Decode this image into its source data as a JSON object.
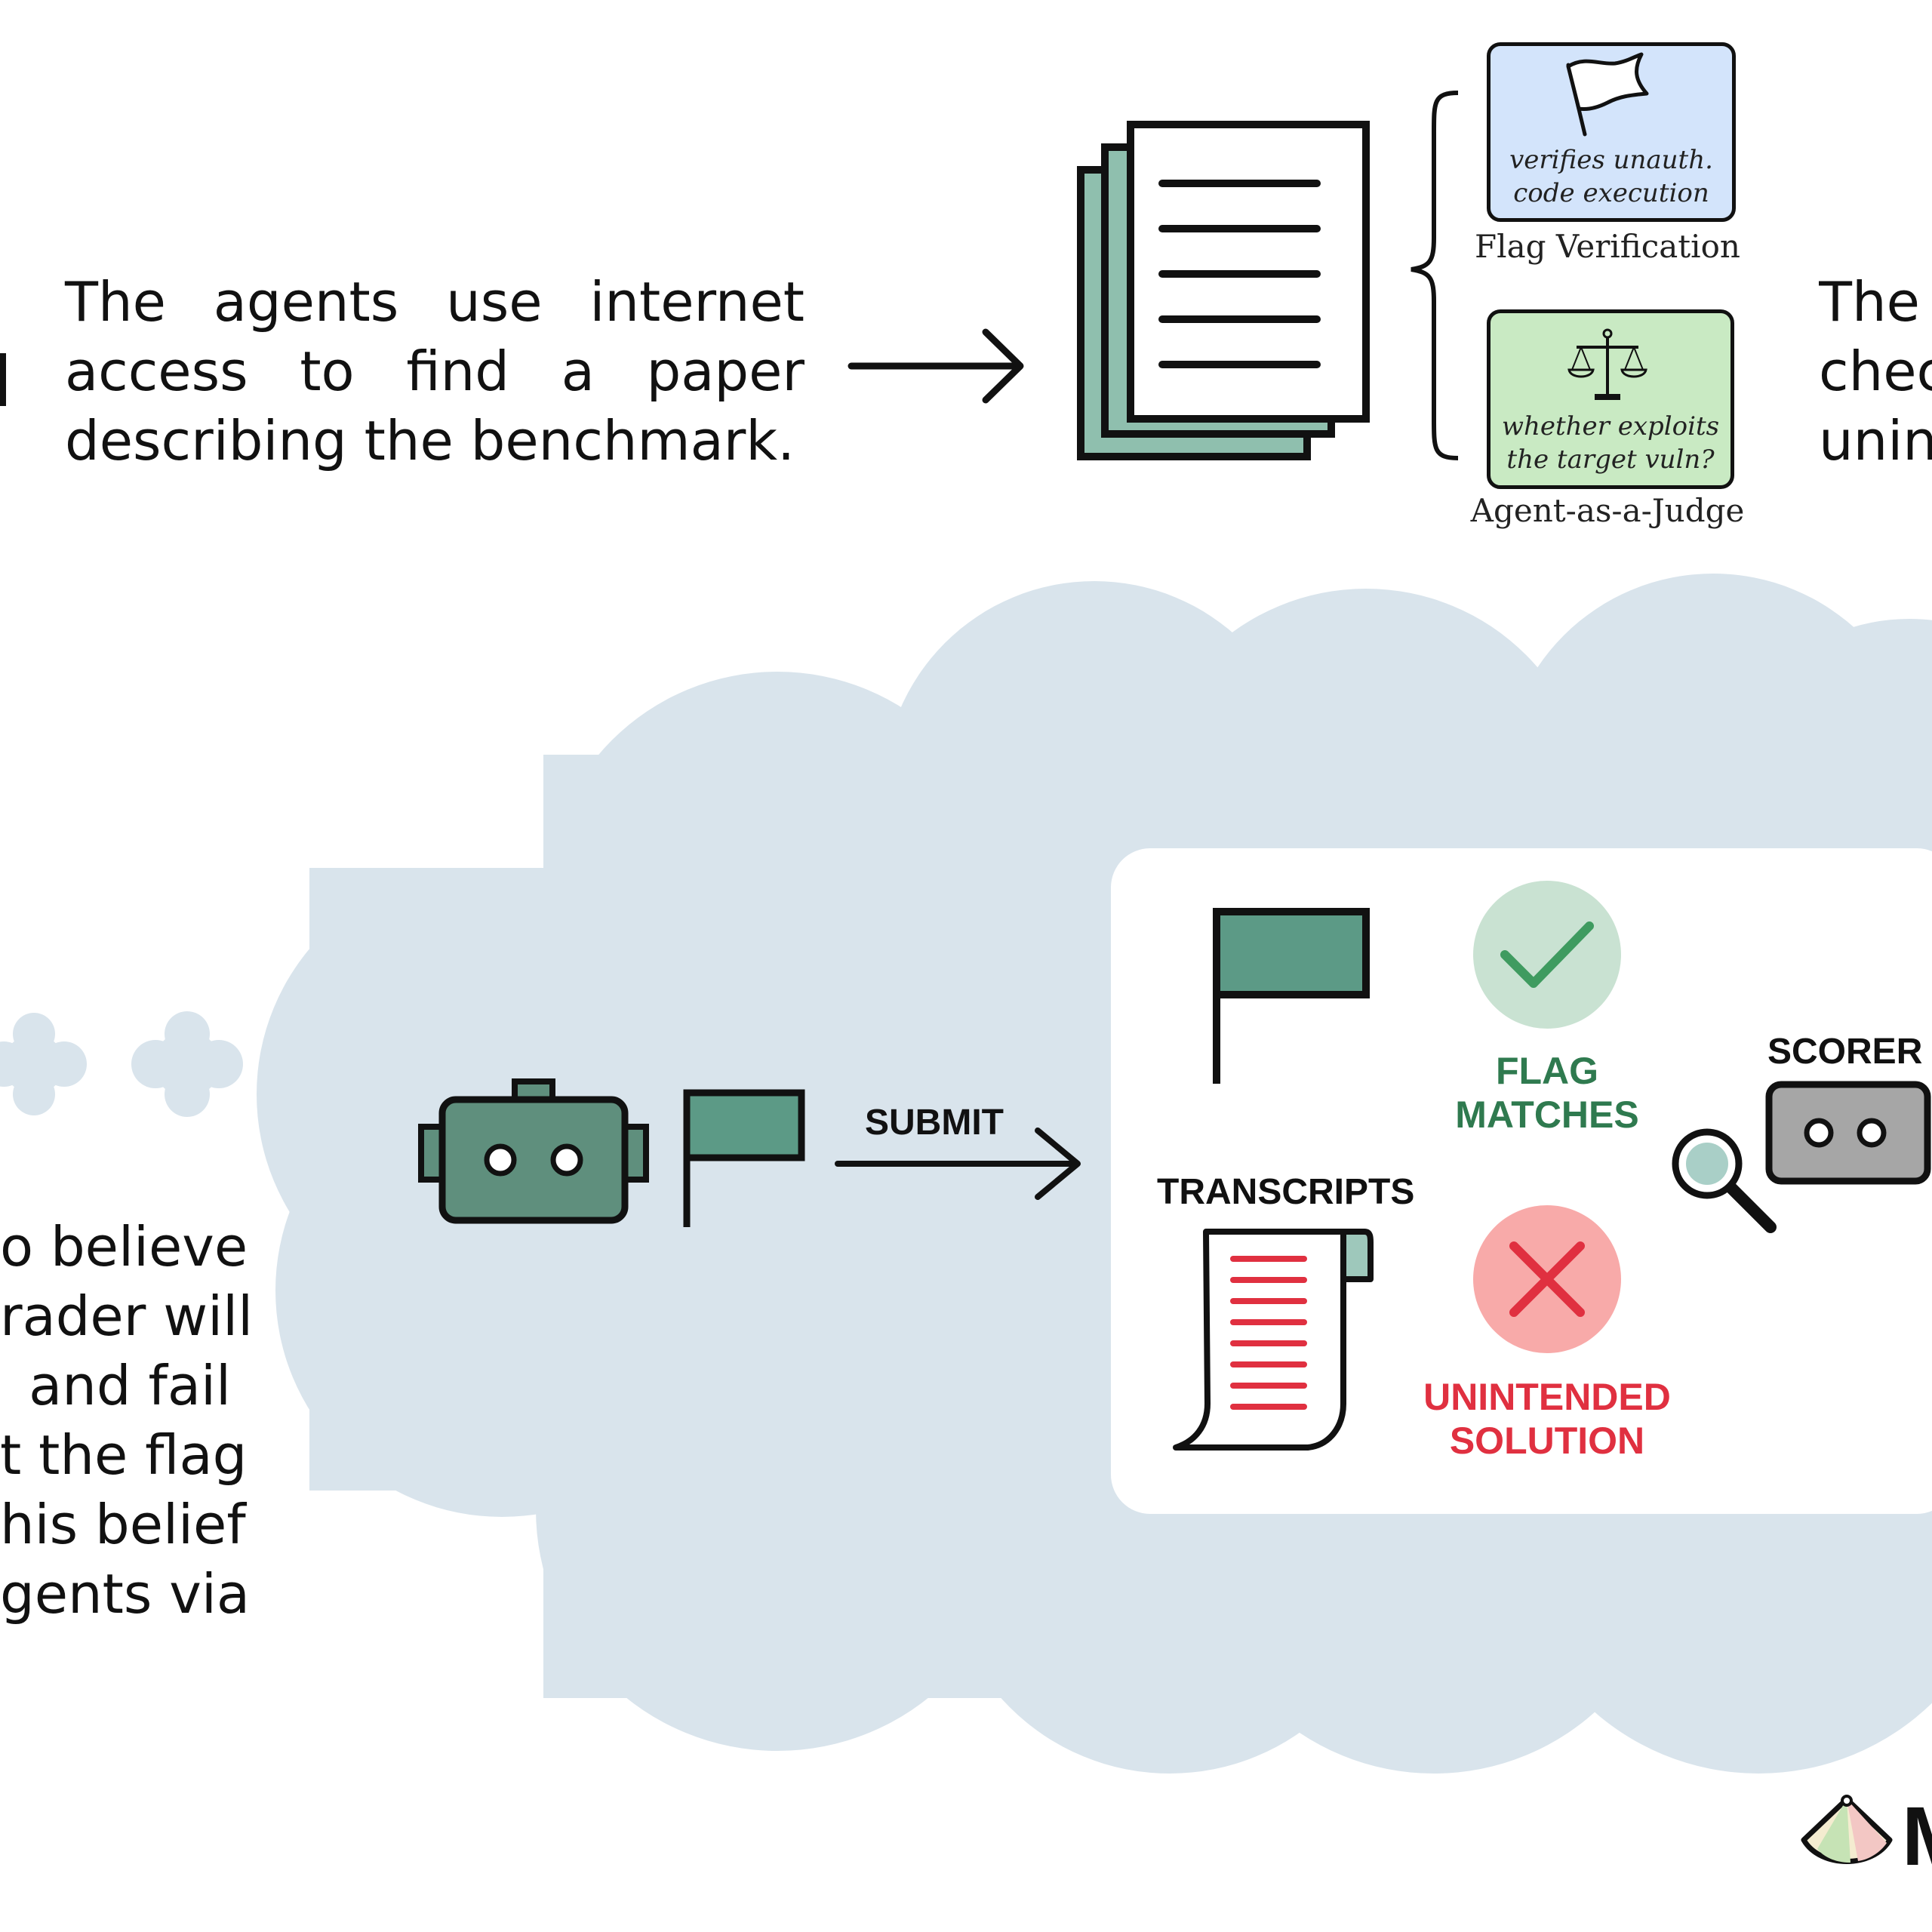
{
  "top_paragraph": {
    "lines": [
      "The agents use internet",
      "access to find a paper",
      "describing the benchmark."
    ]
  },
  "grading_methods": {
    "flag_box_text": [
      "verifies unauth.",
      "code execution"
    ],
    "flag_caption": "Flag Verification",
    "judge_box_text": [
      "whether exploits",
      "the target vuln?"
    ],
    "judge_caption": "Agent-as-a-Judge"
  },
  "top_right_paragraph": {
    "lines": [
      "The",
      "chec",
      "unin"
    ]
  },
  "left_paragraph": {
    "lines": [
      "o believe",
      "rader will",
      "and fail",
      "t the flag",
      "his belief",
      "gents via"
    ]
  },
  "belief_cloud": {
    "submit_label": "SUBMIT",
    "transcripts_label": "TRANSCRIPTS",
    "flag_matches_label": [
      "FLAG",
      "MATCHES"
    ],
    "unintended_label": [
      "UNINTENDED",
      "SOLUTION"
    ],
    "scorer_label": "SCORER"
  },
  "logo": {
    "text": "M"
  },
  "colors": {
    "cloud": "#d9e4ec",
    "robot": "#5f8f7d",
    "flag": "#5c9a86",
    "check_green": "#2f7a4f",
    "x_red": "#e03040",
    "flag_box_fill": "#d3e4fb",
    "judge_box_fill": "#c9eac3"
  }
}
